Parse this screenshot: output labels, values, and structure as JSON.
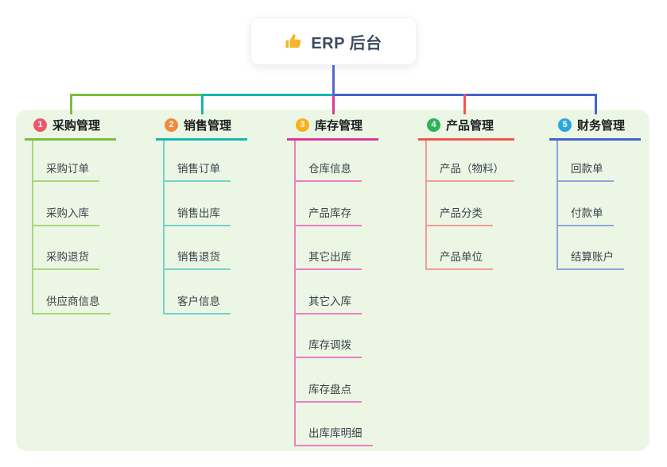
{
  "root": {
    "title": "ERP 后台",
    "icon": "thumbs-up-icon",
    "icon_color": "#f2b729"
  },
  "branches": [
    {
      "number": "1",
      "title": "采购管理",
      "badge_color": "#f0566b",
      "line_color": "#7cbf3e",
      "light_color": "#a9d67c",
      "children": [
        "采购订单",
        "采购入库",
        "采购退货",
        "供应商信息"
      ]
    },
    {
      "number": "2",
      "title": "销售管理",
      "badge_color": "#f28a3d",
      "line_color": "#17b7ae",
      "light_color": "#74d2ca",
      "children": [
        "销售订单",
        "销售出库",
        "销售退货",
        "客户信息"
      ]
    },
    {
      "number": "3",
      "title": "库存管理",
      "badge_color": "#f8b119",
      "line_color": "#dc3898",
      "light_color": "#ef7ec0",
      "children": [
        "仓库信息",
        "产品库存",
        "其它出库",
        "其它入库",
        "库存调拨",
        "库存盘点",
        "出库库明细"
      ]
    },
    {
      "number": "4",
      "title": "产品管理",
      "badge_color": "#2db456",
      "line_color": "#f4544c",
      "light_color": "#f59d94",
      "children": [
        "产品（物料）",
        "产品分类",
        "产品单位"
      ]
    },
    {
      "number": "5",
      "title": "财务管理",
      "badge_color": "#29a7e1",
      "line_color": "#4365c8",
      "light_color": "#90a4d9",
      "children": [
        "回款单",
        "付款单",
        "结算账户"
      ]
    }
  ],
  "colors": {
    "canvas_background": "#ffffff",
    "panel_background": "#ebf7e4",
    "root_connector": "#5467cb"
  }
}
